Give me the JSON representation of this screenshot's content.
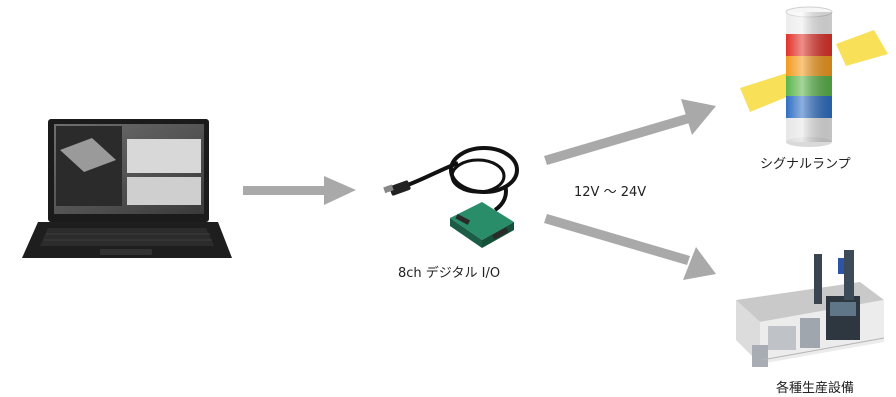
{
  "labels": {
    "io_device": "8ch デジタル I/O",
    "voltage": "12V 〜 24V",
    "signal_lamp": "シグナルランプ",
    "production_equipment": "各種生産設備"
  },
  "colors": {
    "arrow": "#a9a9a9",
    "lamp_red": "#e0322a",
    "lamp_orange": "#f39a1c",
    "lamp_green": "#5ab44a",
    "lamp_blue": "#2f6fc4",
    "light_beam": "#f7dc3c",
    "io_device_body": "#1f7a5c"
  },
  "icons": [
    "laptop-icon",
    "usb-io-device-icon",
    "signal-lamp-icon",
    "production-machine-icon"
  ]
}
